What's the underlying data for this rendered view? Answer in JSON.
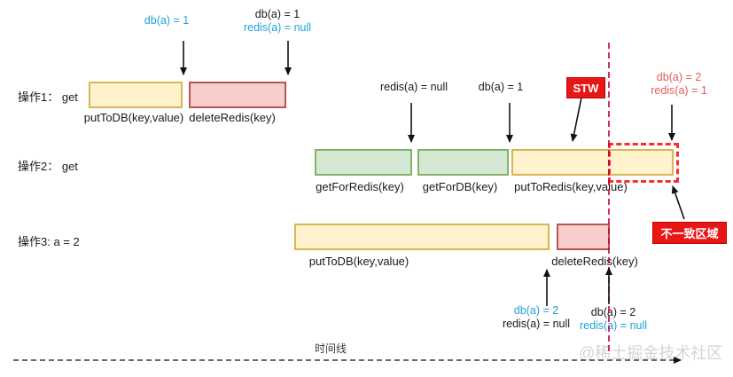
{
  "ops": {
    "op1": {
      "label": "操作1： get"
    },
    "op2": {
      "label": "操作2： get"
    },
    "op3": {
      "label": "操作3: a = 2"
    }
  },
  "boxes": {
    "op1_putToDB": "putToDB(key,value)",
    "op1_deleteRedis": "deleteRedis(key)",
    "op2_getForRedis": "getForRedis(key)",
    "op2_getForDB": "getForDB(key)",
    "op2_putToRedis": "putToRedis(key,value)",
    "op3_putToDB": "putToDB(key,value)",
    "op3_deleteRedis": "deleteRedis(key)"
  },
  "annotations": {
    "op1_after_db": "db(a) = 1",
    "op1_final_db": "db(a) = 1",
    "op1_final_redis": "redis(a) = null",
    "op2_redis_read": "redis(a) = null",
    "op2_db_read": "db(a) = 1",
    "stw": "STW",
    "inconsistent_db": "db(a) = 2",
    "inconsistent_redis": "redis(a) = 1",
    "inconsistent_region": "不一致区域",
    "op3_after_db": "db(a) = 2",
    "op3_after_redis": "redis(a) = null",
    "op3_final_db": "db(a) = 2",
    "op3_final_redis": "redis(a) = null",
    "timeline": "时间线",
    "watermark": "@稀土掘金技术社区"
  },
  "colors": {
    "yellow_fill": "#fff2cc",
    "yellow_border": "#d6b656",
    "pink_fill": "#f8cecc",
    "pink_border": "#b85450",
    "green_fill": "#d5e8d4",
    "green_border": "#82b366",
    "cyan": "#1fa2d9",
    "red_badge": "#e81717",
    "red_text": "#e05c5c",
    "crimson_line": "#c00039",
    "region_red": "#fb2e2e",
    "watermark": "#d4d4d4"
  }
}
